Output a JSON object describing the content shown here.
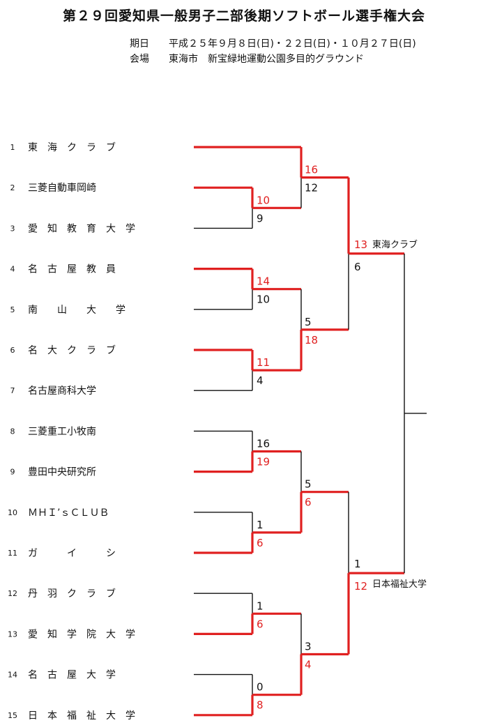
{
  "title": "第２９回愛知県一般男子二部後期ソフトボール選手権大会",
  "date_label": "期日",
  "date_value": "平成２５年９月８日(日)・２２日(日)・１０月２７日(日)",
  "venue_label": "会場",
  "venue_value": "東海市　新宝緑地運動公園多目的グラウンド",
  "colors": {
    "win": "#e02020",
    "line": "#111111"
  },
  "teams": [
    {
      "no": "1",
      "name": "東　海　ク　ラ　ブ"
    },
    {
      "no": "2",
      "name": "三菱自動車岡崎"
    },
    {
      "no": "3",
      "name": "愛　知　教　育　大　学"
    },
    {
      "no": "4",
      "name": "名　古　屋　教　員"
    },
    {
      "no": "5",
      "name": "南　　山　　大　　学"
    },
    {
      "no": "6",
      "name": "名　大　ク　ラ　ブ"
    },
    {
      "no": "7",
      "name": "名古屋商科大学"
    },
    {
      "no": "8",
      "name": "三菱重工小牧南"
    },
    {
      "no": "9",
      "name": "豊田中央研究所"
    },
    {
      "no": "10",
      "name": "ＭＨＩ’ｓＣＬＵＢ"
    },
    {
      "no": "11",
      "name": "ガ　　　イ　　　シ"
    },
    {
      "no": "12",
      "name": "丹　羽　ク　ラ　ブ"
    },
    {
      "no": "13",
      "name": "愛　知　学　院　大　学"
    },
    {
      "no": "14",
      "name": "名　古　屋　大　学"
    },
    {
      "no": "15",
      "name": "日　本　福　祉　大　学"
    }
  ],
  "scores": {
    "r1": [
      {
        "top": "10",
        "bottom": "9",
        "winner": "top"
      },
      {
        "top": "14",
        "bottom": "10",
        "winner": "top"
      },
      {
        "top": "11",
        "bottom": "4",
        "winner": "top"
      },
      {
        "top": "16",
        "bottom": "19",
        "winner": "bottom"
      },
      {
        "top": "1",
        "bottom": "6",
        "winner": "bottom"
      },
      {
        "top": "1",
        "bottom": "6",
        "winner": "bottom"
      },
      {
        "top": "0",
        "bottom": "8",
        "winner": "bottom"
      }
    ],
    "r2": [
      {
        "top": "16",
        "bottom": "12",
        "winner": "top"
      },
      {
        "top": "5",
        "bottom": "18",
        "winner": "bottom"
      },
      {
        "top": "5",
        "bottom": "6",
        "winner": "bottom"
      },
      {
        "top": "3",
        "bottom": "4",
        "winner": "bottom"
      }
    ],
    "semi": [
      {
        "top": "13",
        "bottom": "6",
        "winner": "top"
      },
      {
        "top": "1",
        "bottom": "12",
        "winner": "bottom"
      }
    ]
  },
  "finalists": {
    "top": "東海クラブ",
    "bottom": "日本福祉大学"
  }
}
